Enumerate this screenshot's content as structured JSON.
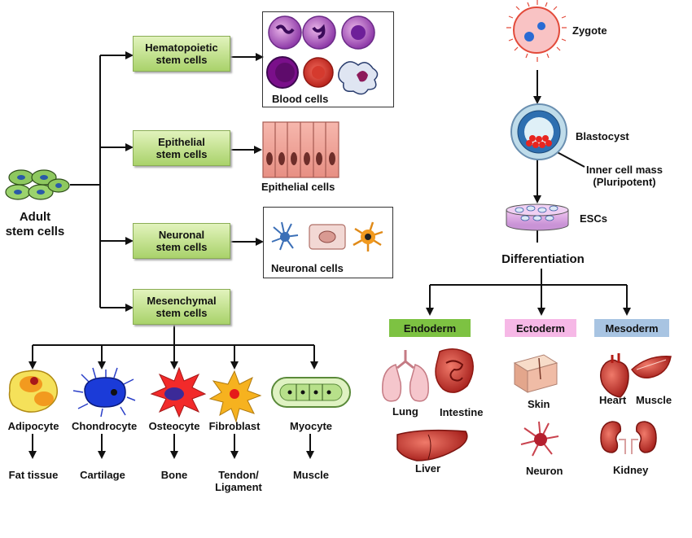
{
  "adult": {
    "title": "Adult\nstem cells",
    "branches": [
      {
        "box": "Hematopoietic\nstem cells",
        "result": "Blood cells"
      },
      {
        "box": "Epithelial\nstem cells",
        "result": "Epithelial cells"
      },
      {
        "box": "Neuronal\nstem cells",
        "result": "Neuronal  cells"
      },
      {
        "box": "Mesenchymal\nstem cells",
        "result": ""
      }
    ],
    "mesenchymal_cells": [
      {
        "name": "Adipocyte",
        "tissue": "Fat tissue"
      },
      {
        "name": "Chondrocyte",
        "tissue": "Cartilage"
      },
      {
        "name": "Osteocyte",
        "tissue": "Bone"
      },
      {
        "name": "Fibroblast",
        "tissue": "Tendon/\nLigament"
      },
      {
        "name": "Myocyte",
        "tissue": "Muscle"
      }
    ]
  },
  "embryonic": {
    "zygote": "Zygote",
    "blastocyst": "Blastocyst",
    "icm": "Inner cell mass\n(Pluripotent)",
    "escs": "ESCs",
    "differentiation": "Differentiation",
    "germ_layers": [
      {
        "name": "Endoderm",
        "color": "#7dc242",
        "organs": [
          "Lung",
          "Intestine",
          "Liver"
        ]
      },
      {
        "name": "Ectoderm",
        "color": "#f6b8e6",
        "organs": [
          "Skin",
          "Neuron"
        ]
      },
      {
        "name": "Mesoderm",
        "color": "#a8c4e2",
        "organs": [
          "Heart",
          "Muscle",
          "Kidney"
        ]
      }
    ]
  },
  "icons": [
    "adult-stem-cell-cluster-icon",
    "blood-cells-icon",
    "epithelial-cells-icon",
    "neuronal-cells-icon",
    "adipocyte-icon",
    "chondrocyte-icon",
    "osteocyte-icon",
    "fibroblast-icon",
    "myocyte-icon",
    "zygote-icon",
    "blastocyst-icon",
    "escs-icon",
    "lung-icon",
    "intestine-icon",
    "liver-icon",
    "skin-icon",
    "neuron-icon",
    "heart-icon",
    "muscle-icon",
    "kidney-icon"
  ]
}
